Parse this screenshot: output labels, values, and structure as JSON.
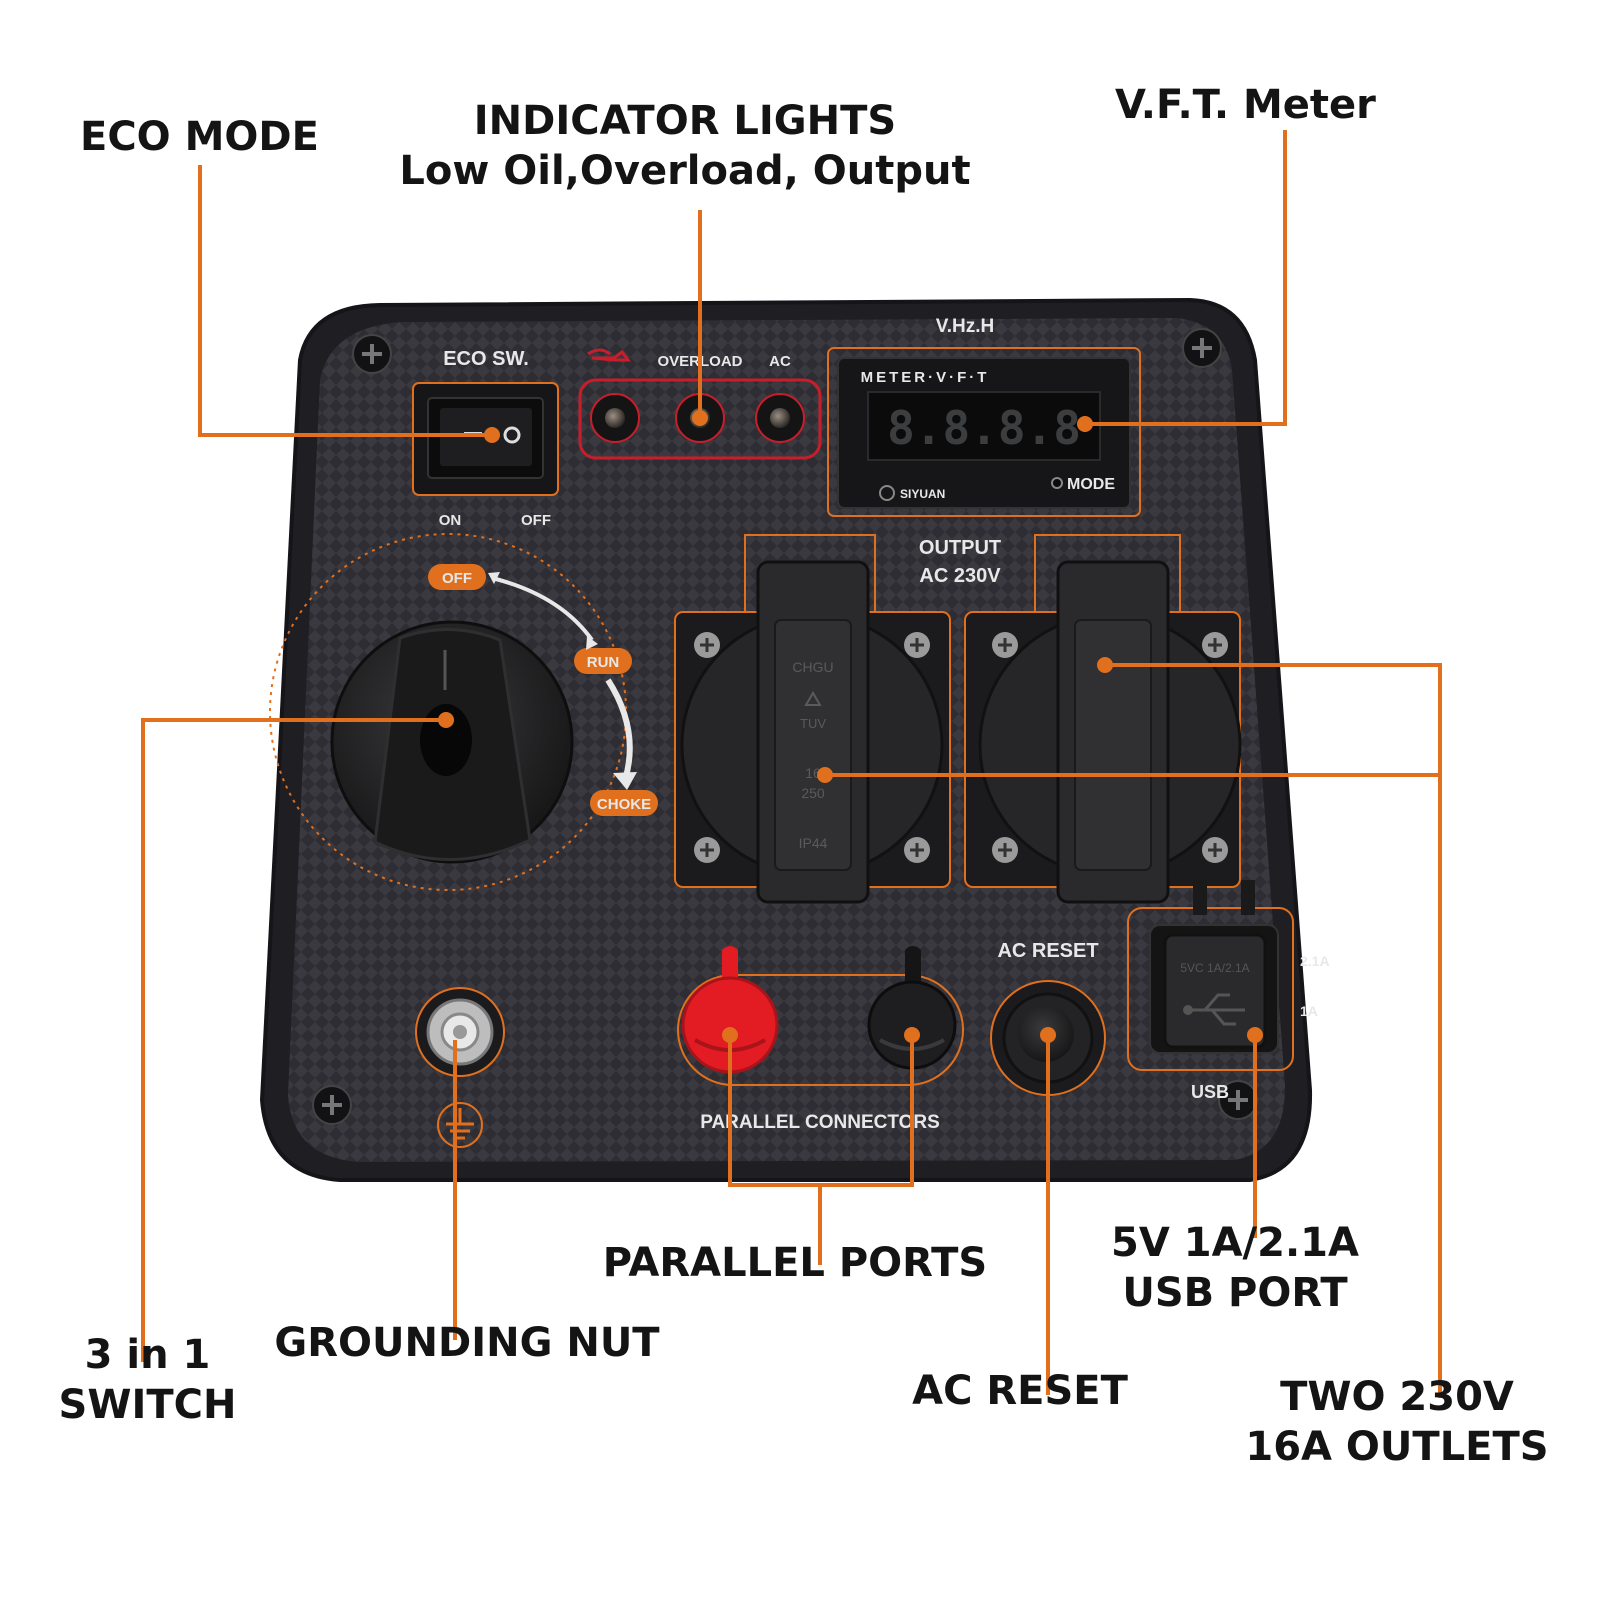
{
  "colors": {
    "accent": "#e0701e",
    "panel": "#2b2a30",
    "panel_border": "#1c1b1f",
    "led_red": "#c81e2b",
    "port_red": "#e31b23",
    "label_dark": "#141414"
  },
  "callouts": {
    "eco_mode": "ECO MODE",
    "indicator_line1": "INDICATOR LIGHTS",
    "indicator_line2": "Low Oil,Overload, Output",
    "vft_meter": "V.F.T. Meter",
    "parallel_ports": "PARALLEL PORTS",
    "usb_line1": "5V 1A/2.1A",
    "usb_line2": "USB PORT",
    "switch_line1": "3 in 1",
    "switch_line2": "SWITCH",
    "grounding_nut": "GROUNDING NUT",
    "ac_reset": "AC RESET",
    "outlets_line1": "TWO 230V",
    "outlets_line2": "16A OUTLETS"
  },
  "panel_labels": {
    "eco_sw": "ECO SW.",
    "on": "ON",
    "off": "OFF",
    "overload": "OVERLOAD",
    "ac": "AC",
    "vhz": "V.Hz.H",
    "meter_title": "METER·V·F·T",
    "meter_display": "8.8.8.8",
    "meter_brand": "SIYUAN",
    "meter_mode": "MODE",
    "output_line1": "OUTPUT",
    "output_line2": "AC 230V",
    "dial_off": "OFF",
    "dial_run": "RUN",
    "dial_choke": "CHOKE",
    "socket_brand": "CHGU",
    "socket_cert": "TUV",
    "socket_rating_a": "16",
    "socket_rating_v": "250",
    "socket_ip": "IP44",
    "ac_reset": "AC RESET",
    "usb_21a": "2.1A",
    "usb_1a": "1A",
    "usb": "USB",
    "usb_cap": "5VC 1A/2.1A",
    "parallel_connectors": "PARALLEL CONNECTORS"
  }
}
